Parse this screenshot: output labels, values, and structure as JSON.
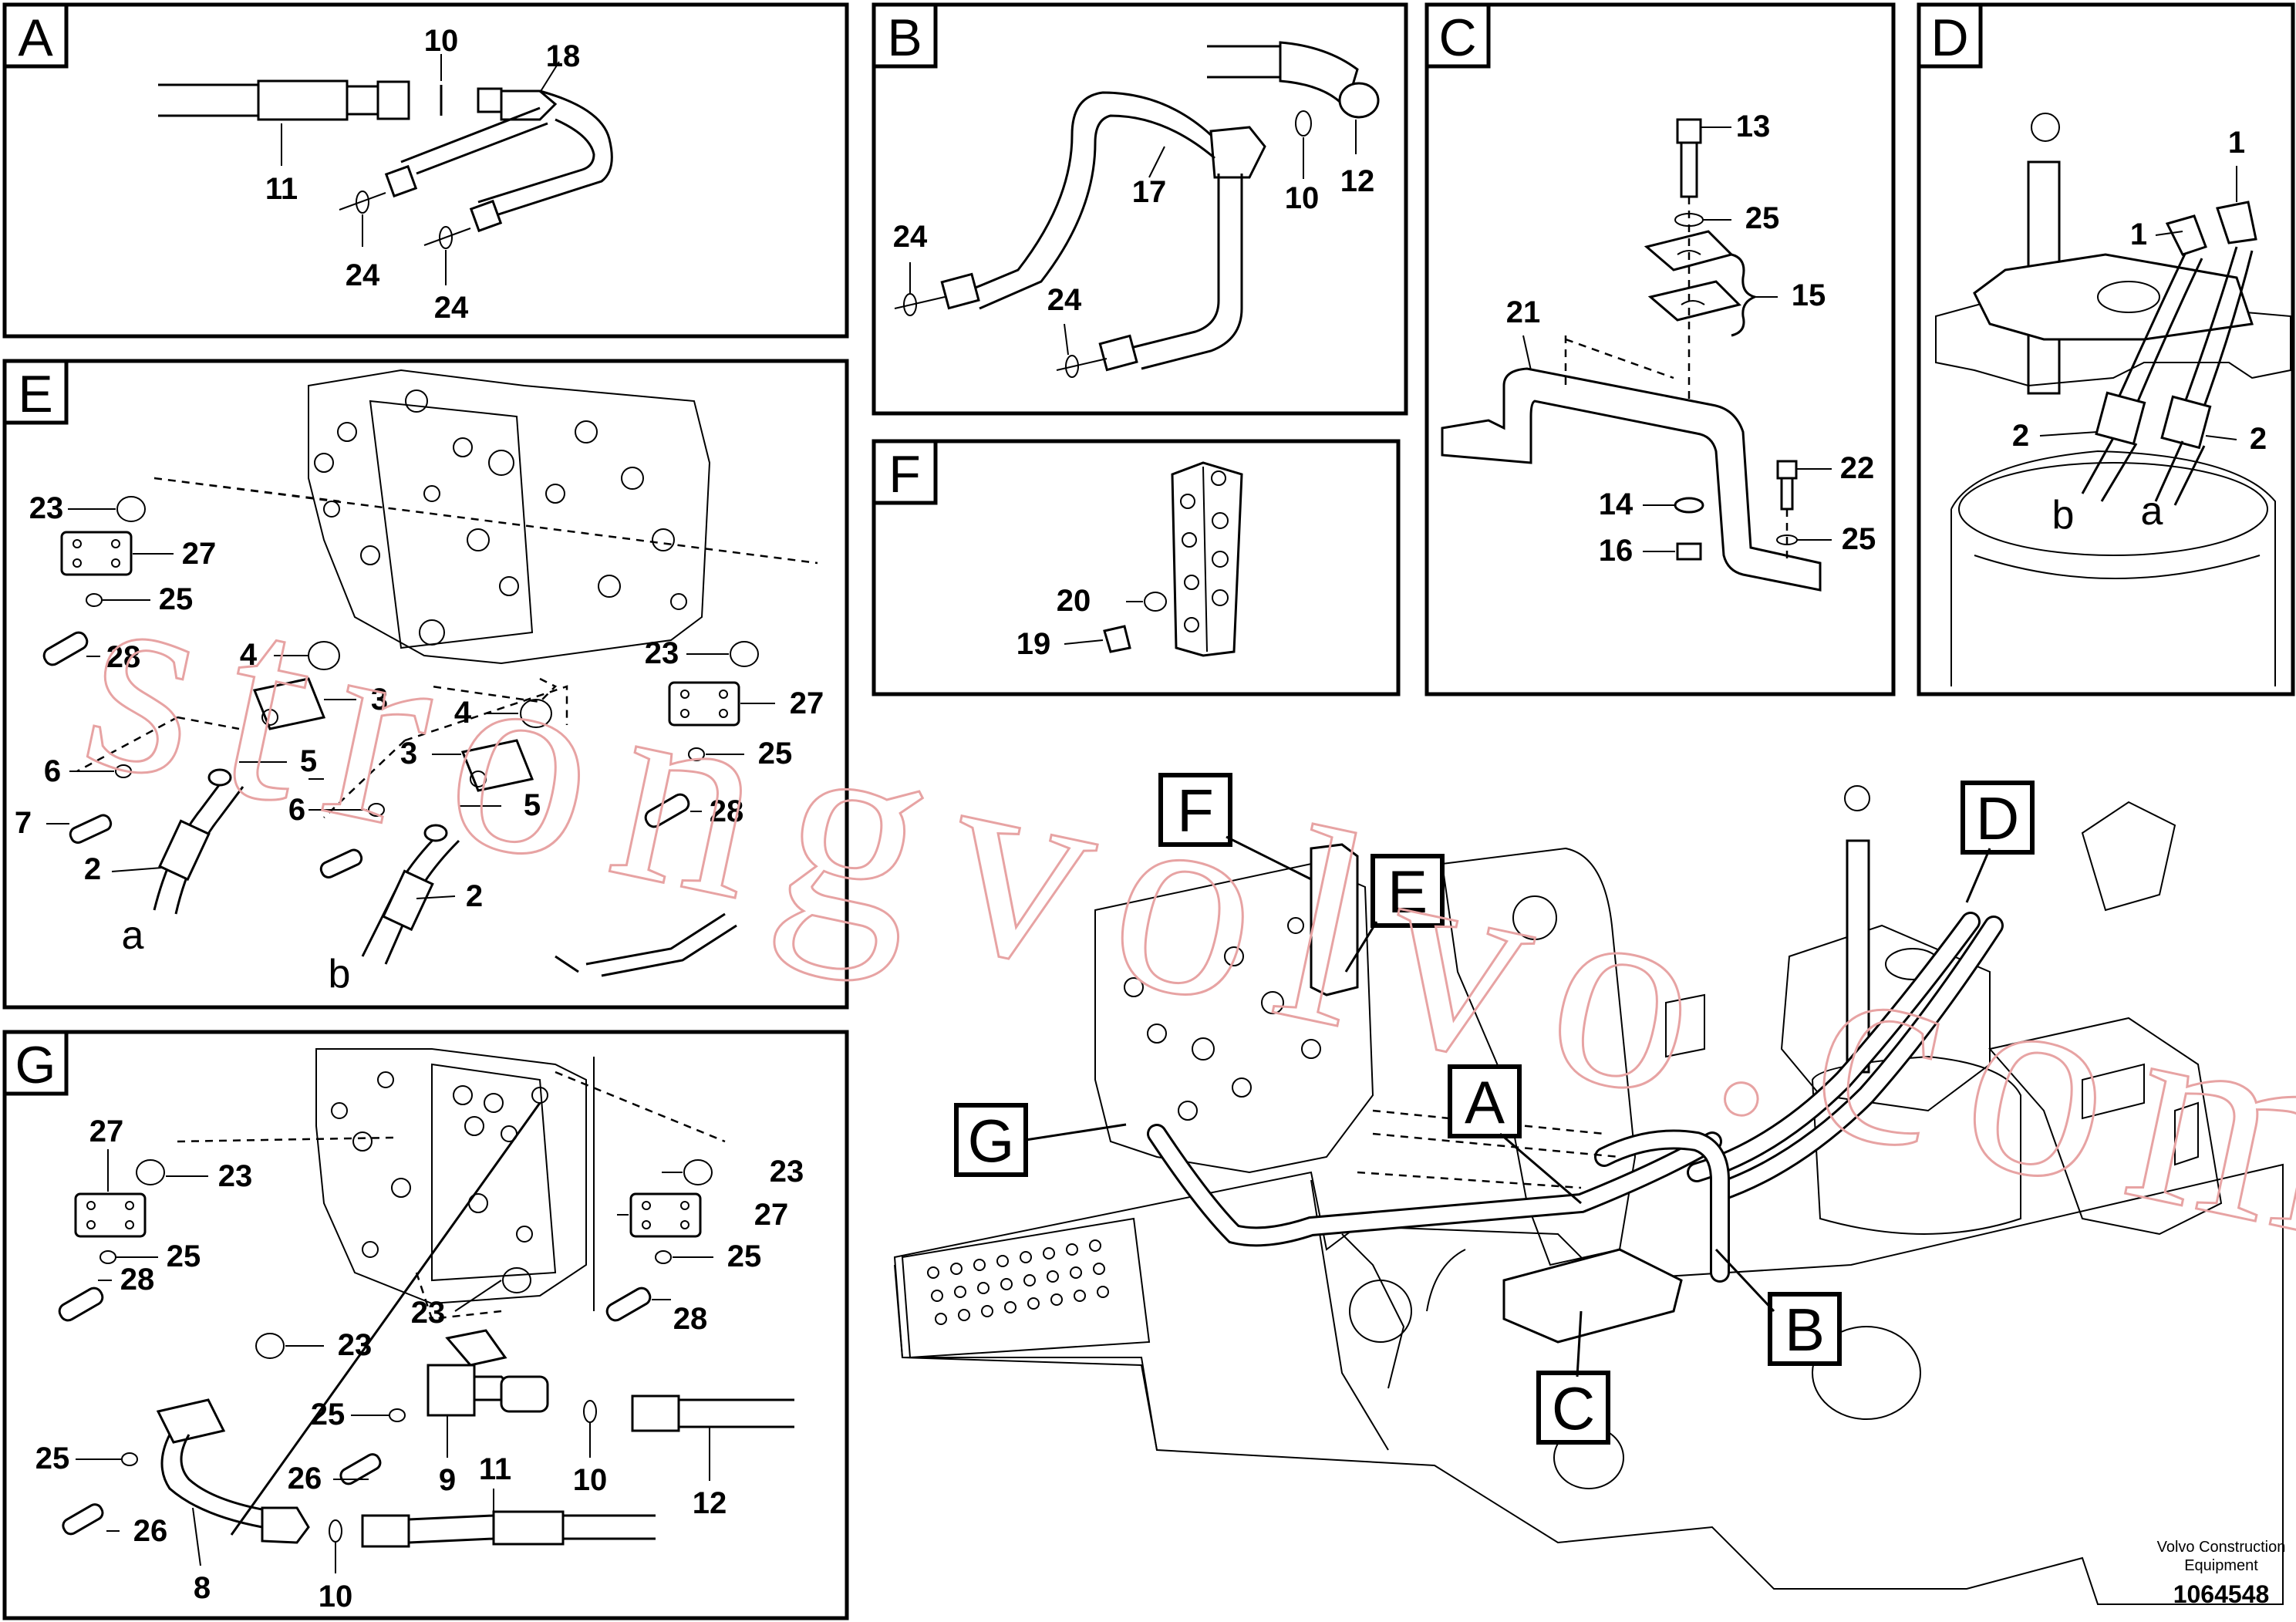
{
  "panels": [
    {
      "id": "A",
      "label": "A",
      "numbers": [
        "10",
        "18",
        "11",
        "24",
        "24"
      ]
    },
    {
      "id": "B",
      "label": "B",
      "numbers": [
        "17",
        "10",
        "12",
        "24",
        "24"
      ]
    },
    {
      "id": "C",
      "label": "C",
      "numbers": [
        "13",
        "25",
        "15",
        "21",
        "22",
        "14",
        "25",
        "16"
      ]
    },
    {
      "id": "D",
      "label": "D",
      "numbers": [
        "1",
        "1",
        "2",
        "2",
        "b",
        "a"
      ]
    },
    {
      "id": "E",
      "label": "E",
      "numbers": [
        "23",
        "27",
        "25",
        "28",
        "4",
        "3",
        "6",
        "5",
        "7",
        "2",
        "a",
        "4",
        "3",
        "6",
        "5",
        "2",
        "b",
        "23",
        "27",
        "25",
        "28"
      ]
    },
    {
      "id": "F",
      "label": "F",
      "numbers": [
        "20",
        "19"
      ]
    },
    {
      "id": "G",
      "label": "G",
      "numbers": [
        "27",
        "23",
        "25",
        "28",
        "23",
        "25",
        "26",
        "8",
        "10",
        "11",
        "9",
        "23",
        "25",
        "26",
        "23",
        "27",
        "25",
        "28",
        "10",
        "12"
      ]
    }
  ],
  "overview_callouts": [
    "F",
    "E",
    "D",
    "A",
    "G",
    "C",
    "B"
  ],
  "watermark": "strongvolvo.com",
  "footer": {
    "brand_line1": "Volvo Construction",
    "brand_line2": "Equipment",
    "drawing_number": "1064548"
  }
}
